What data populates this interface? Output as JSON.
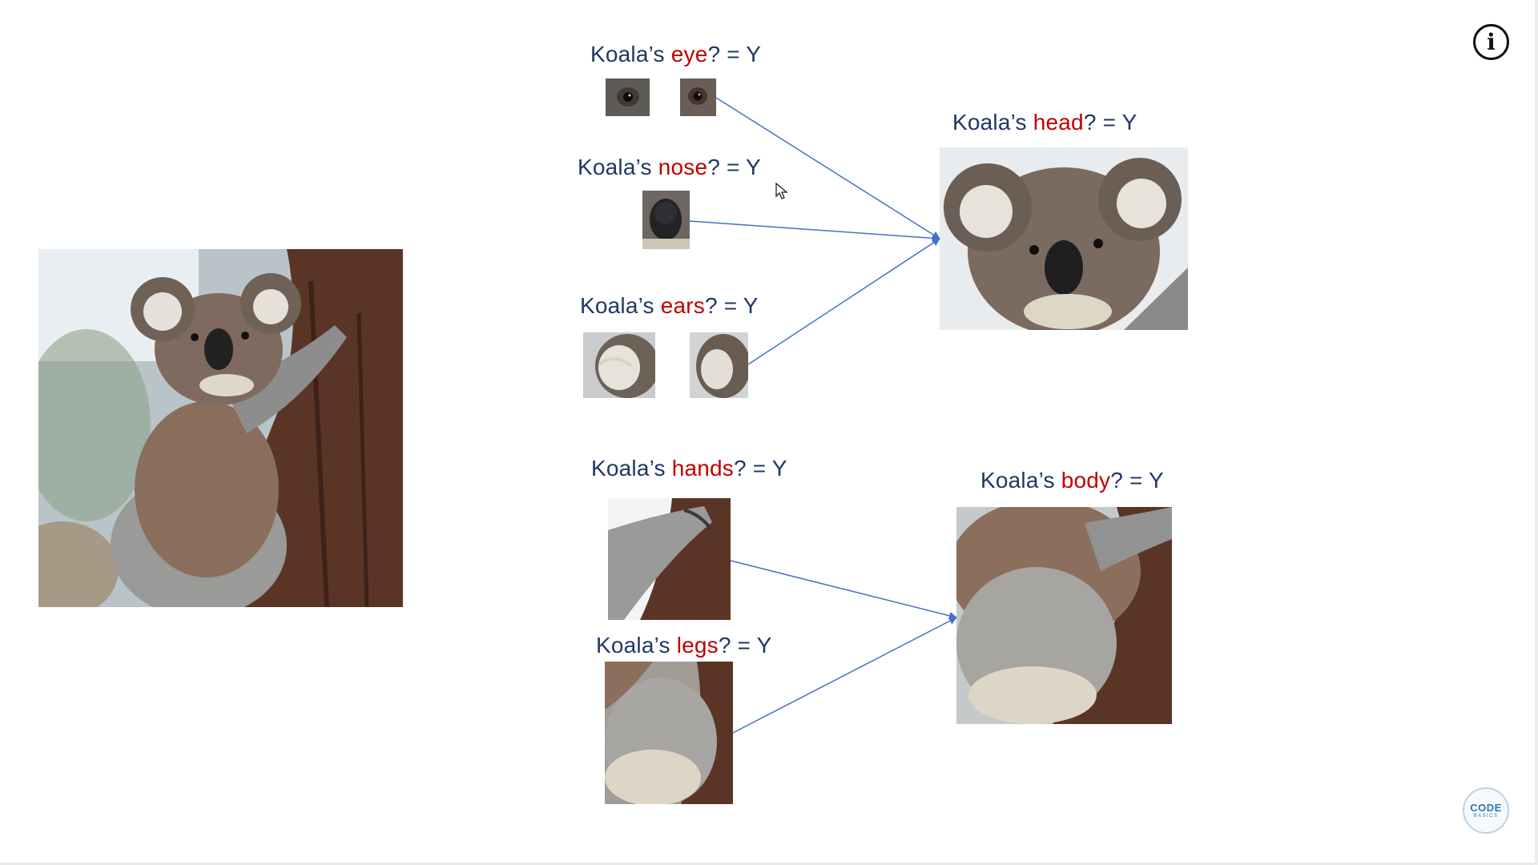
{
  "slide": {
    "labels": {
      "eye": {
        "prefix": "Koala’s ",
        "part": "eye",
        "suffix": "? = Y"
      },
      "nose": {
        "prefix": "Koala’s ",
        "part": "nose",
        "suffix": "? = Y"
      },
      "ears": {
        "prefix": "Koala’s ",
        "part": "ears",
        "suffix": "? = Y"
      },
      "head": {
        "prefix": "Koala’s ",
        "part": "head",
        "suffix": "? = Y"
      },
      "hands": {
        "prefix": "Koala’s ",
        "part": "hands",
        "suffix": "? = Y"
      },
      "legs": {
        "prefix": "Koala’s ",
        "part": "legs",
        "suffix": "? = Y"
      },
      "body": {
        "prefix": "Koala’s ",
        "part": "body",
        "suffix": "? = Y"
      }
    },
    "colors": {
      "text": "#1f3864",
      "highlight": "#c00000",
      "arrow": "#4472c4"
    }
  },
  "controls": {
    "info_icon": "i",
    "logo_main": "CODE",
    "logo_sub": "BASICS"
  }
}
